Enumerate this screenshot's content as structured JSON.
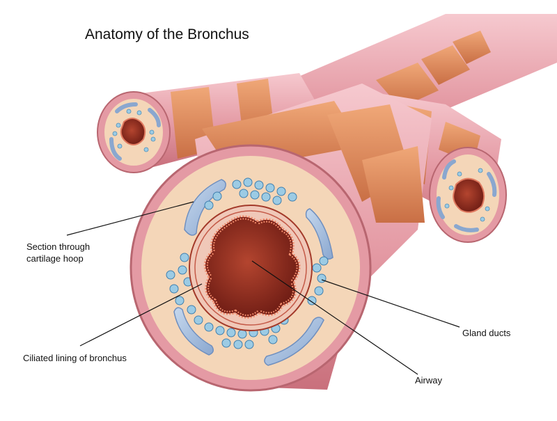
{
  "title": "Anatomy of the Bronchus",
  "labels": {
    "cartilage_line1": "Section through",
    "cartilage_line2": "cartilage hoop",
    "ciliated": "Ciliated lining of bronchus",
    "gland": "Gland ducts",
    "airway": "Airway"
  },
  "colors": {
    "tube_pink": "#e8a0a8",
    "band_orange": "#d9855a",
    "tissue_beige": "#f4d6b8",
    "lumen_red": "#8e2a1f",
    "cartilage_blue": "#a9c3e0",
    "gland_blue": "#7fb3d9"
  }
}
